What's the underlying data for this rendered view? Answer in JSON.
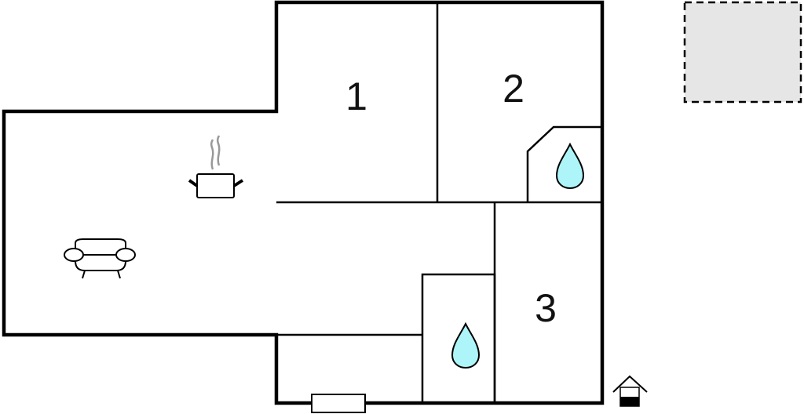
{
  "rooms": [
    {
      "label": "1"
    },
    {
      "label": "2"
    },
    {
      "label": "3"
    }
  ],
  "icons": [
    "kitchen-pot-icon",
    "sofa-icon",
    "bathroom-water-drop-icon",
    "entrance-house-icon"
  ],
  "colors": {
    "wall": "#000000",
    "water": "#aef5fa",
    "outdoor_area": "#e6e6e6",
    "steam": "#999999"
  }
}
